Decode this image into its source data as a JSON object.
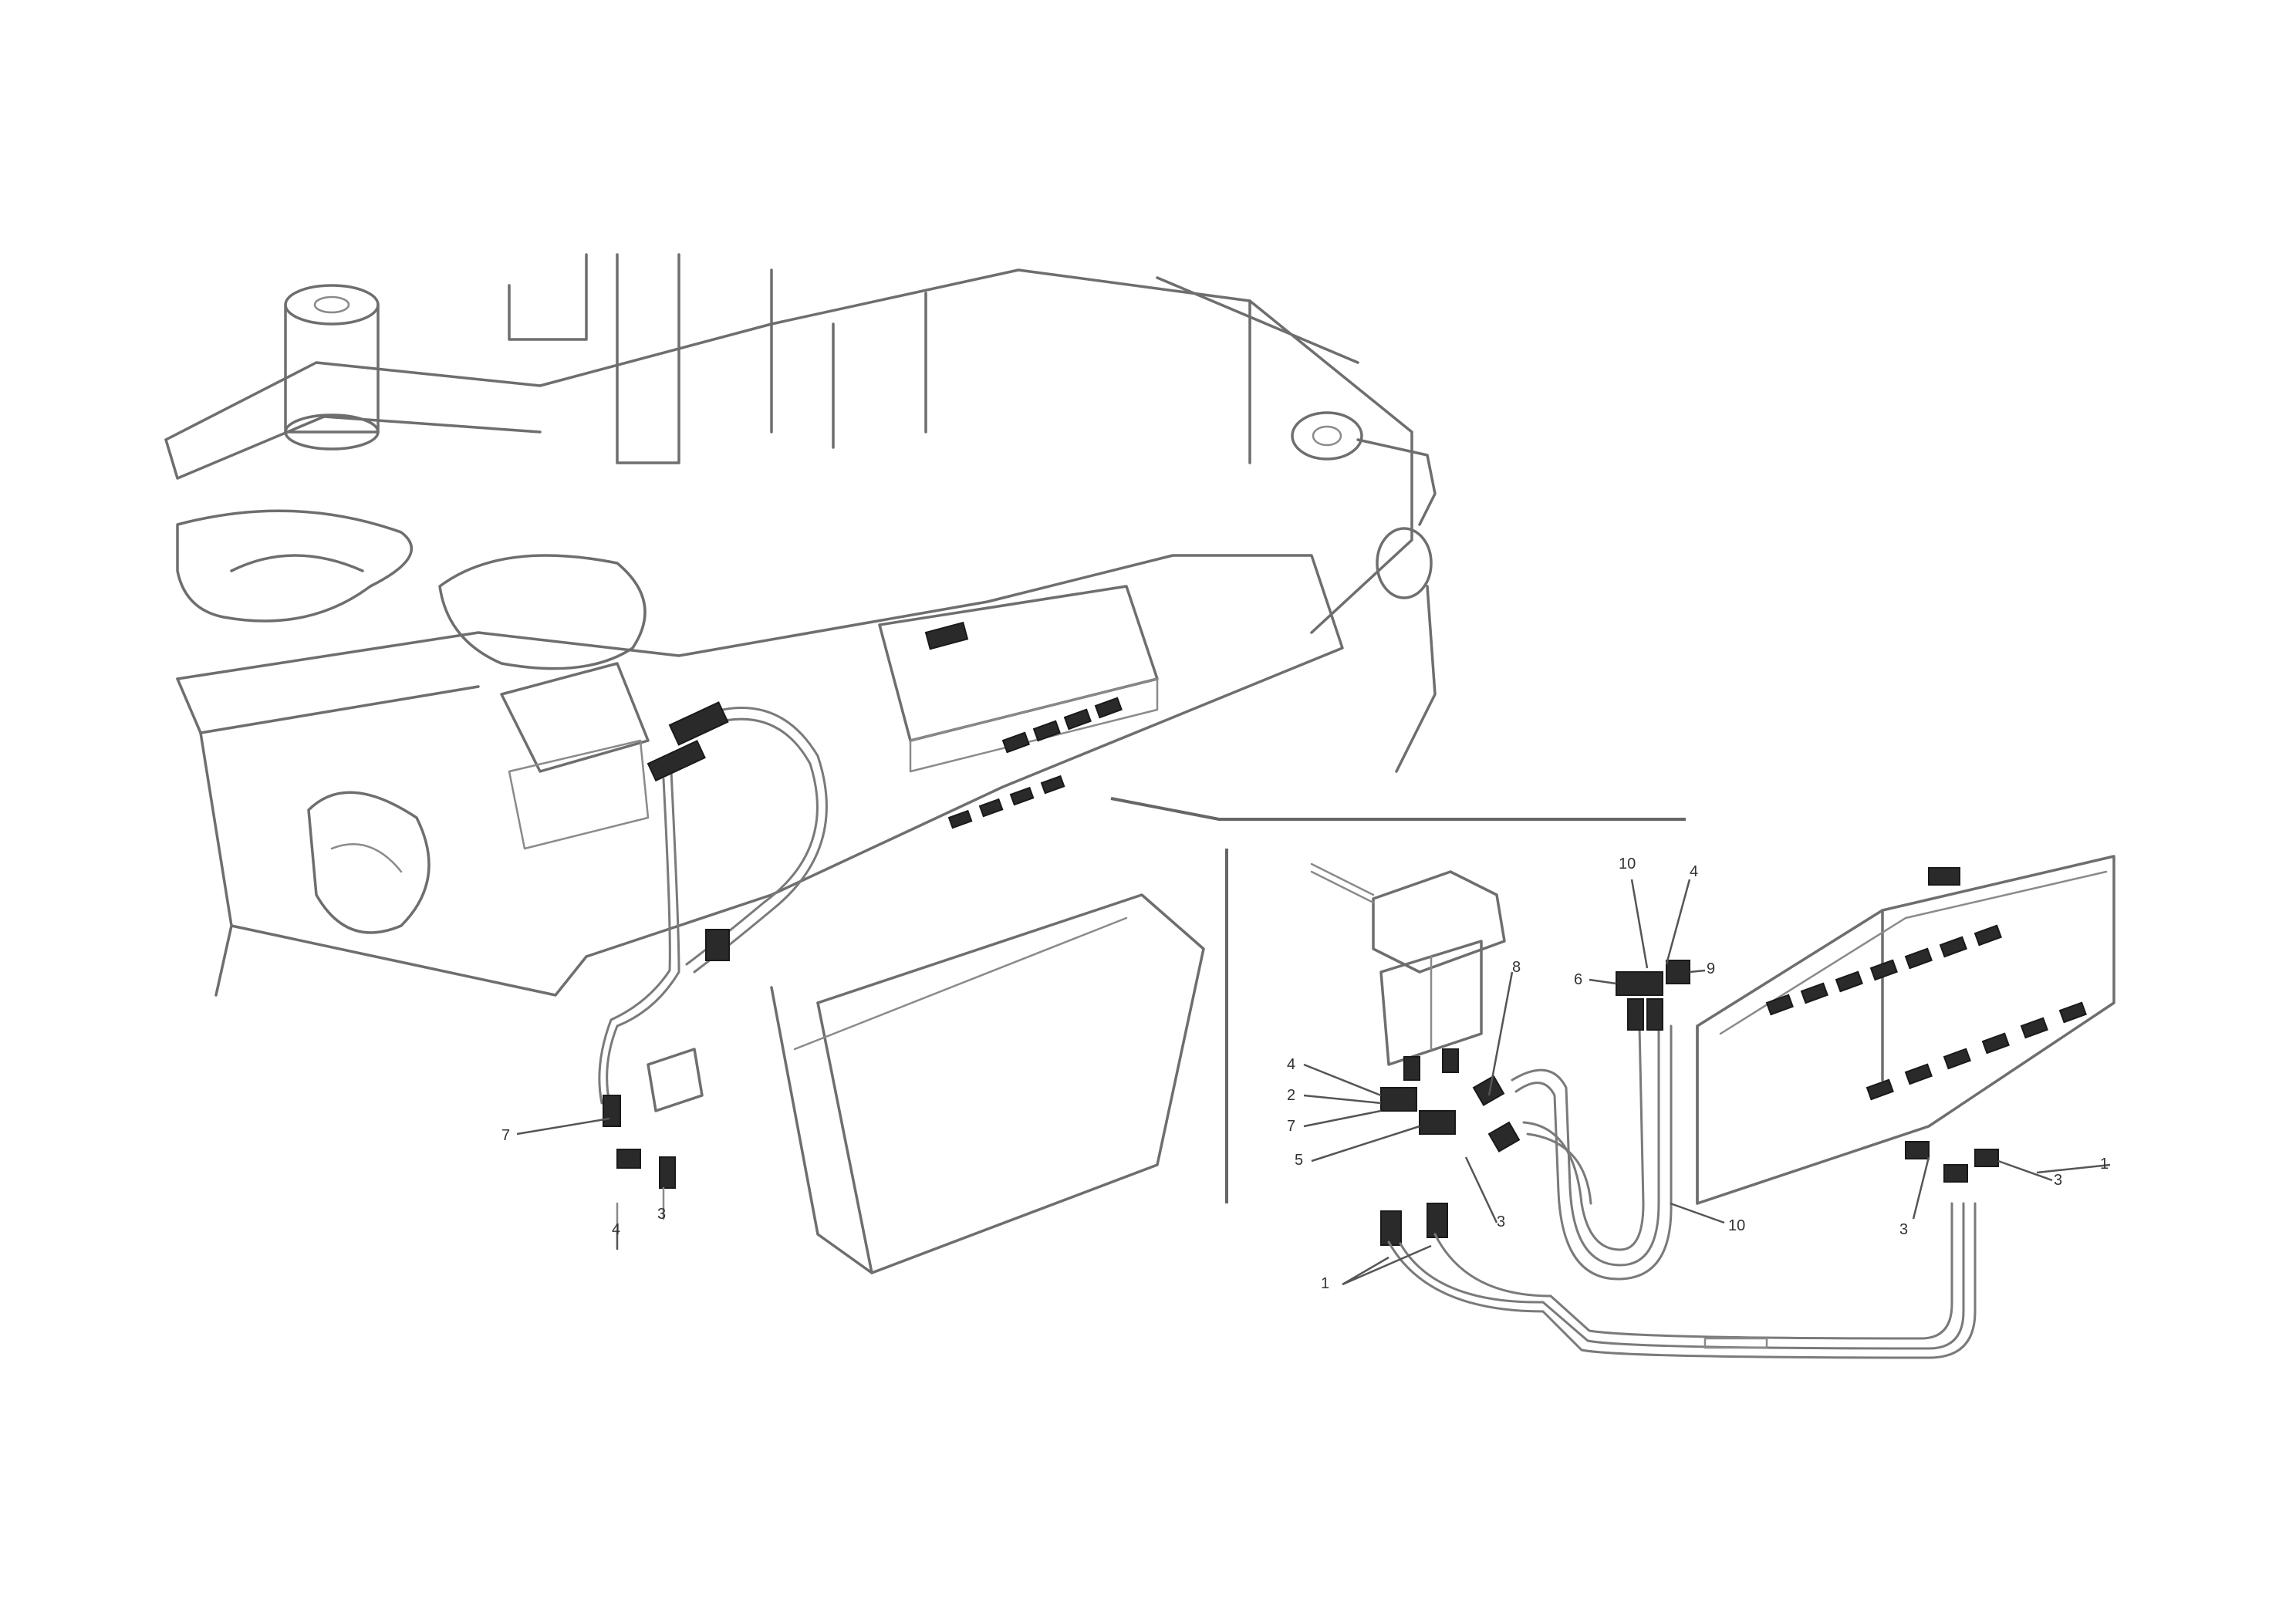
{
  "callouts": {
    "left_view": [
      "7",
      "4",
      "3"
    ],
    "detail_view": [
      "10",
      "4",
      "6",
      "9",
      "8",
      "4",
      "2",
      "7",
      "5",
      "3",
      "10",
      "1",
      "3",
      "3",
      "1"
    ]
  },
  "footer": {
    "line1": "",
    "line2": "",
    "line3": ""
  }
}
